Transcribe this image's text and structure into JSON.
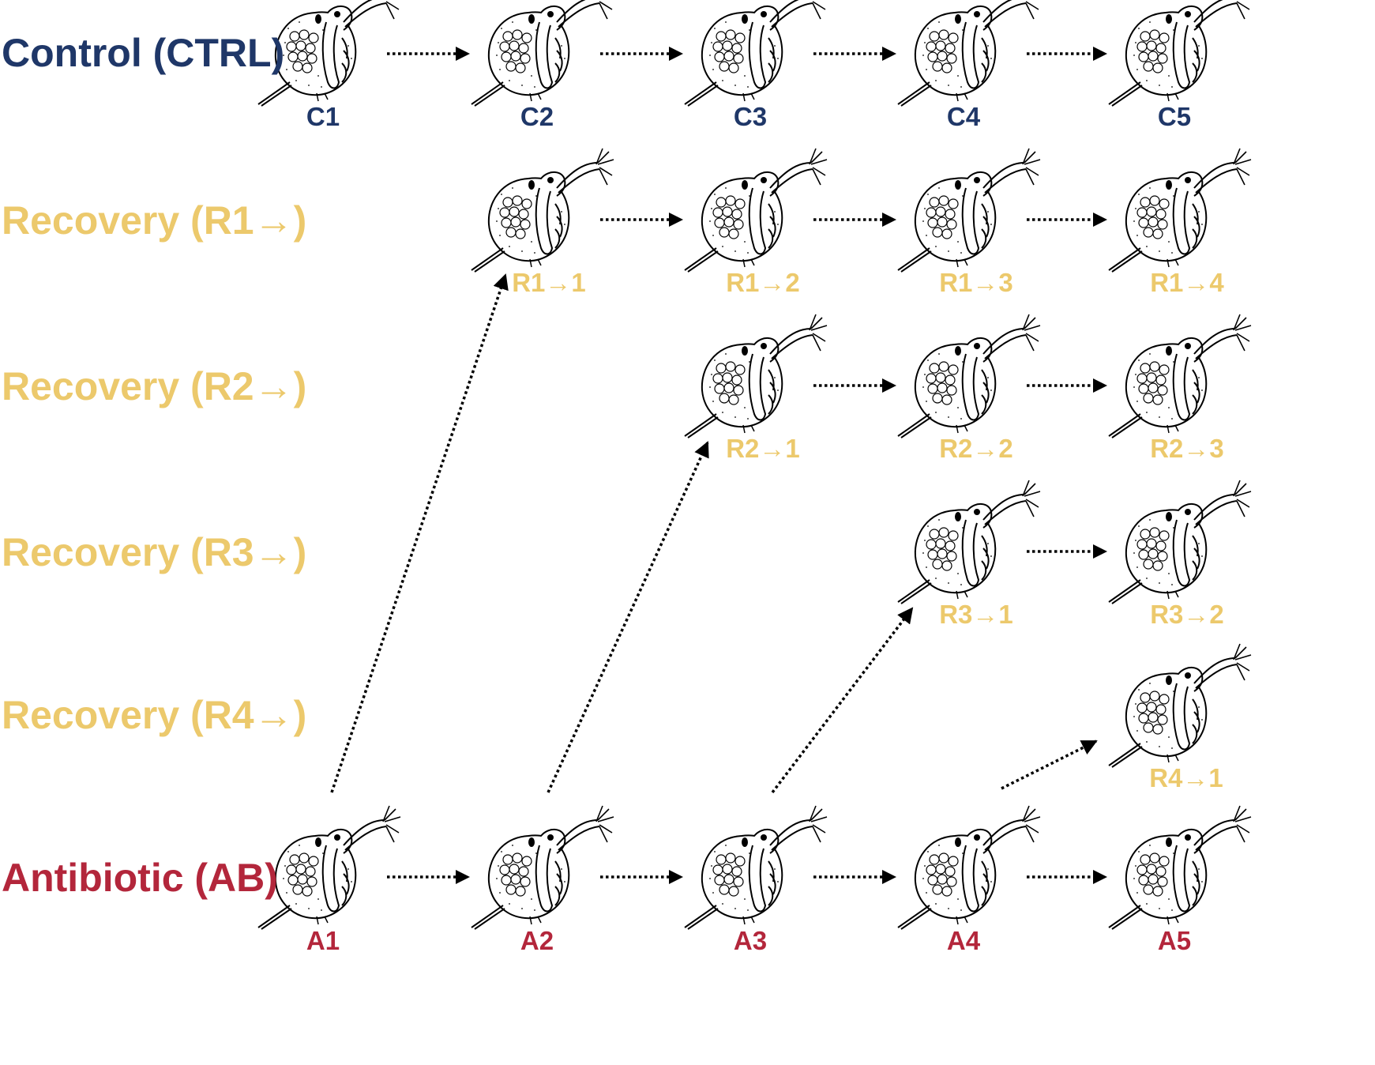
{
  "rows": {
    "control": {
      "label": "Control (CTRL)",
      "color": "#1f3768"
    },
    "recovery1": {
      "label": "Recovery (R1→)",
      "color": "#ecc96c"
    },
    "recovery2": {
      "label": "Recovery (R2→)",
      "color": "#ecc96c"
    },
    "recovery3": {
      "label": "Recovery (R3→)",
      "color": "#ecc96c"
    },
    "recovery4": {
      "label": "Recovery (R4→)",
      "color": "#ecc96c"
    },
    "antibiotic": {
      "label": "Antibiotic (AB)",
      "color": "#b3263b"
    }
  },
  "nodes": {
    "control": [
      "C1",
      "C2",
      "C3",
      "C4",
      "C5"
    ],
    "recovery1": [
      "R1→1",
      "R1→2",
      "R1→3",
      "R1→4"
    ],
    "recovery2": [
      "R2→1",
      "R2→2",
      "R2→3"
    ],
    "recovery3": [
      "R3→1",
      "R3→2"
    ],
    "recovery4": [
      "R4→1"
    ],
    "antibiotic": [
      "A1",
      "A2",
      "A3",
      "A4",
      "A5"
    ]
  },
  "icon": "daphnia-icon",
  "arrow_style": "dotted"
}
